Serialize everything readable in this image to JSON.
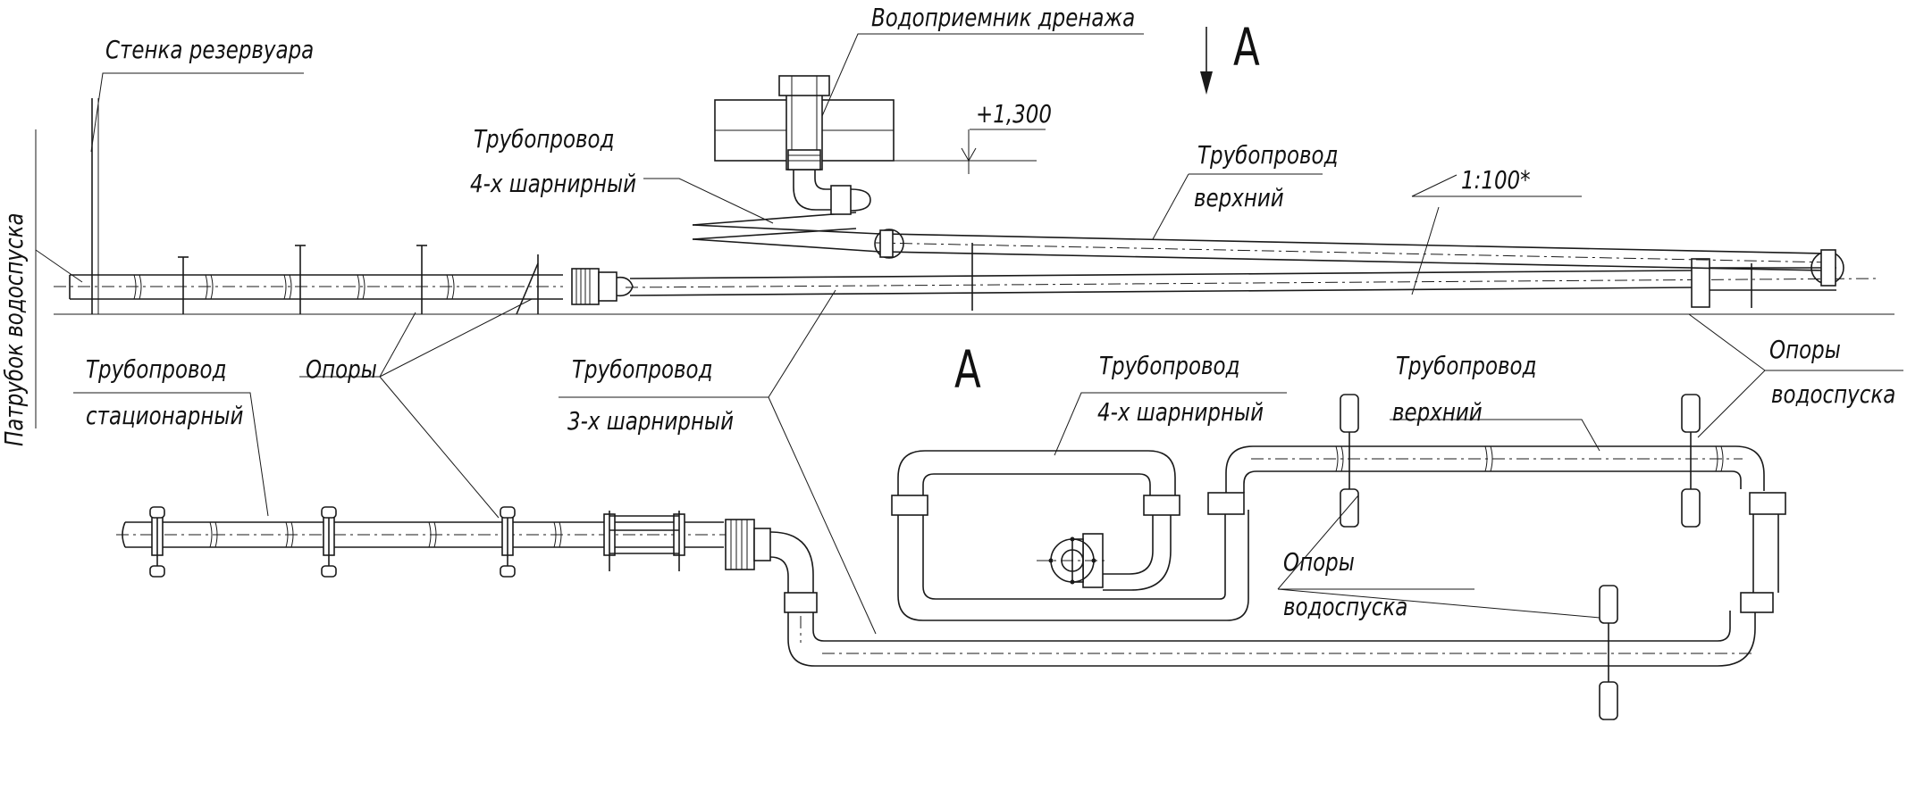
{
  "labels": {
    "tank_wall": "Стенка резервуара",
    "drain_receiver": "Водоприемник дренажа",
    "view_a_arrow": "A",
    "level_mark": "+1,300",
    "pipe_4_hinge_top_1": "Трубопровод",
    "pipe_4_hinge_top_2": "4-х шарнирный",
    "pipe_upper_top_1": "Трубопровод",
    "pipe_upper_top_2": "верхний",
    "slope": "1:100*",
    "branch_pipe": "Патрубок водоспуска",
    "pipe_stationary_1": "Трубопровод",
    "pipe_stationary_2": "стационарный",
    "supports": "Опоры",
    "pipe_3_hinge_1": "Трубопровод",
    "pipe_3_hinge_2": "3-х шарнирный",
    "view_a_title": "A",
    "drain_supports_right_1": "Опоры",
    "drain_supports_right_2": "водоспуска",
    "pipe_4_hinge_plan_1": "Трубопровод",
    "pipe_4_hinge_plan_2": "4-х шарнирный",
    "pipe_upper_plan_1": "Трубопровод",
    "pipe_upper_plan_2": "верхний",
    "drain_supports_plan_1": "Опоры",
    "drain_supports_plan_2": "водоспуска"
  },
  "colors": {
    "line": "#1a1a1a",
    "background": "#ffffff"
  }
}
